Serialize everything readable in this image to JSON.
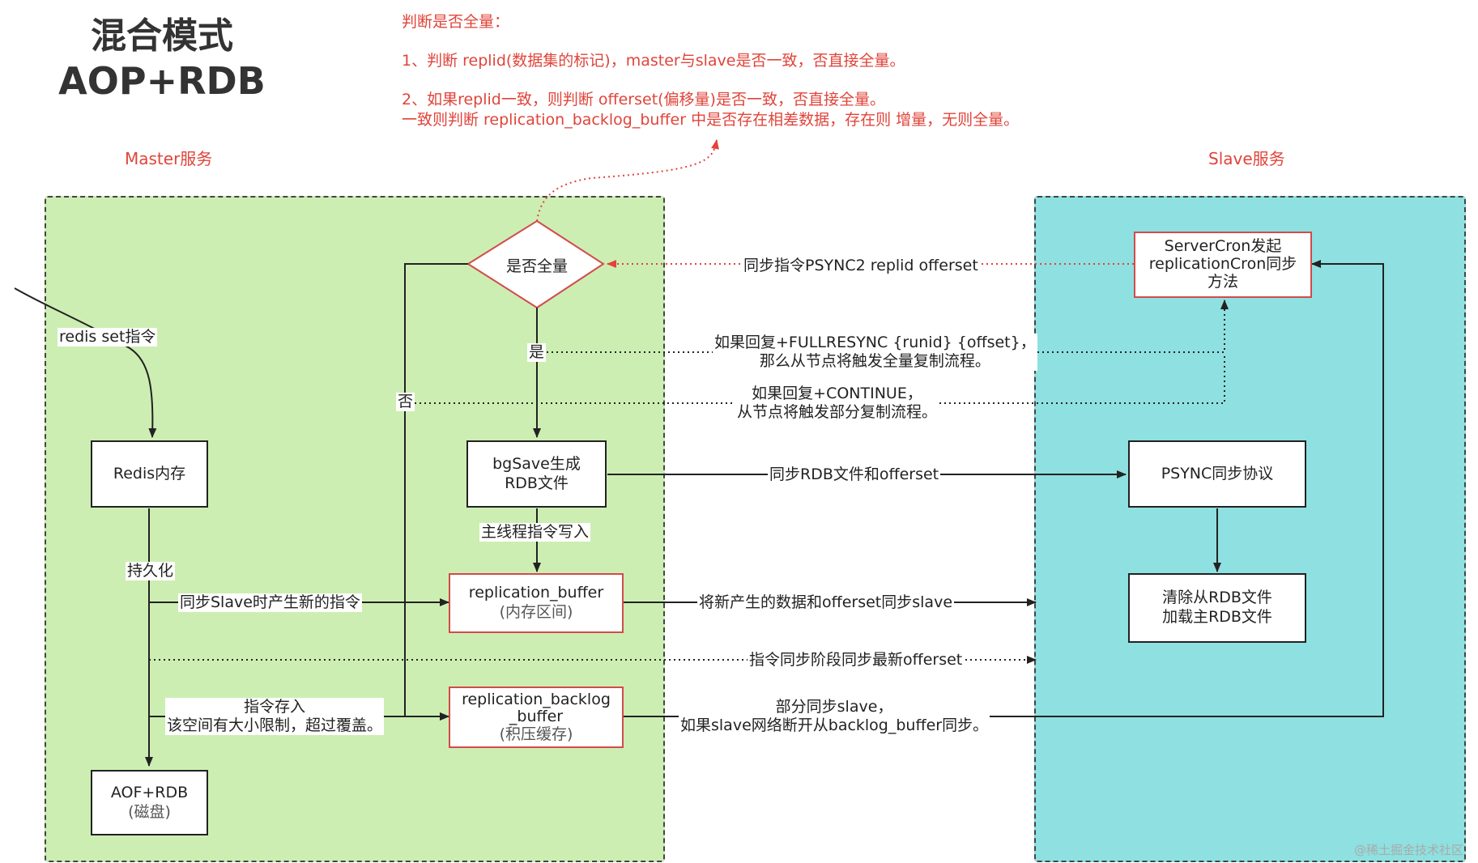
{
  "title": {
    "line1": "混合模式",
    "line2": "AOP+RDB"
  },
  "notes": {
    "heading": "判断是否全量：",
    "item1": "1、判断 replid(数据集的标记)，master与slave是否一致，否直接全量。",
    "item2": "2、如果replid一致，则判断 offerset(偏移量)是否一致，否直接全量。",
    "item2b": "一致则判断 replication_backlog_buffer 中是否存在相差数据，存在则  增量，无则全量。"
  },
  "services": {
    "master": "Master服务",
    "slave": "Slave服务"
  },
  "nodes": {
    "decision": "是否全量",
    "redis_mem": "Redis内存",
    "bgsave": [
      "bgSave生成",
      "RDB文件"
    ],
    "repl_buffer": [
      "replication_buffer",
      "(内存区间)"
    ],
    "backlog": [
      "replication_backlog",
      "_buffer",
      "(积压缓存)"
    ],
    "aof_rdb": [
      "AOF+RDB",
      "(磁盘)"
    ],
    "servercron": [
      "ServerCron发起",
      "replicationCron同步",
      "方法"
    ],
    "psync": "PSYNC同步协议",
    "clear_rdb": [
      "清除从RDB文件",
      "加载主RDB文件"
    ]
  },
  "edge_labels": {
    "redis_set": "redis set指令",
    "psync2": "同步指令PSYNC2 replid offerset",
    "yes": "是",
    "no": "否",
    "fullresync": [
      "如果回复+FULLRESYNC {runid} {offset}，",
      "那么从节点将触发全量复制流程。"
    ],
    "continue": [
      "如果回复+CONTINUE，",
      "从节点将触发部分复制流程。"
    ],
    "sync_rdb": "同步RDB文件和offerset",
    "main_thread": "主线程指令写入",
    "persist": "持久化",
    "sync_slave_new": "同步Slave时产生新的指令",
    "new_data": "将新产生的数据和offerset同步slave",
    "latest_offset": "指令同步阶段同步最新offerset",
    "store_cmd": [
      "指令存入",
      "该空间有大小限制，超过覆盖。"
    ],
    "partial_sync": [
      "部分同步slave，",
      "如果slave网络断开从backlog_buffer同步。"
    ]
  },
  "colors": {
    "master_bg": "#cdeeb3",
    "slave_bg": "#8fe0e0",
    "accent_red": "#e0443a"
  },
  "watermark": "@稀土掘金技术社区"
}
